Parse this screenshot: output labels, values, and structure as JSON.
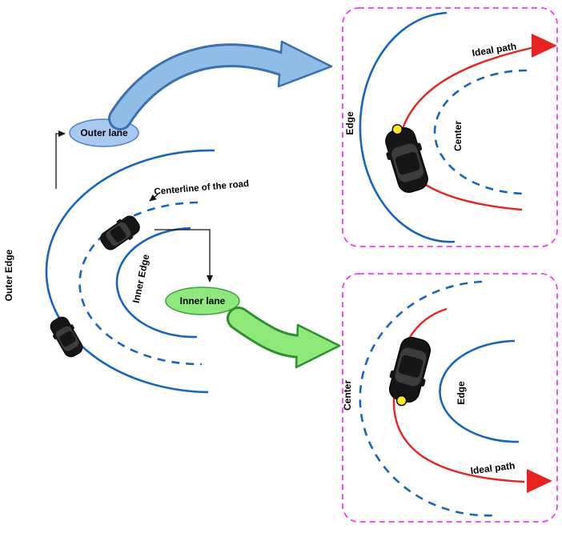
{
  "colors": {
    "road_blue": "#1565c0",
    "panel_border": "#ef3def",
    "ideal_red": "#e8231f",
    "outer_lane_fill": "#a9c8f0",
    "outer_lane_border": "#4d82c4",
    "inner_lane_fill": "#8ee87d",
    "inner_lane_border": "#3f9e3f",
    "arrow_blue_fill": "#90bce8",
    "arrow_blue_edge": "#3a6fb0",
    "arrow_green_fill": "#8fe979",
    "arrow_green_edge": "#2e8f2e",
    "car_body": "#161616",
    "marker_yellow": "#ffe81a",
    "connector_black": "#111111"
  },
  "road": {
    "outer_edge_label": "Outer Edge",
    "inner_edge_label": "Inner Edge",
    "centerline_label": "Centerline of the road",
    "outer_lane_label": "Outer lane",
    "inner_lane_label": "Inner lane"
  },
  "outer_lane_panel": {
    "edge_label": "Edge",
    "center_label": "Center",
    "ideal_path_label": "Ideal path"
  },
  "inner_lane_panel": {
    "center_label": "Center",
    "edge_label": "Edge",
    "ideal_path_label": "Ideal path"
  }
}
